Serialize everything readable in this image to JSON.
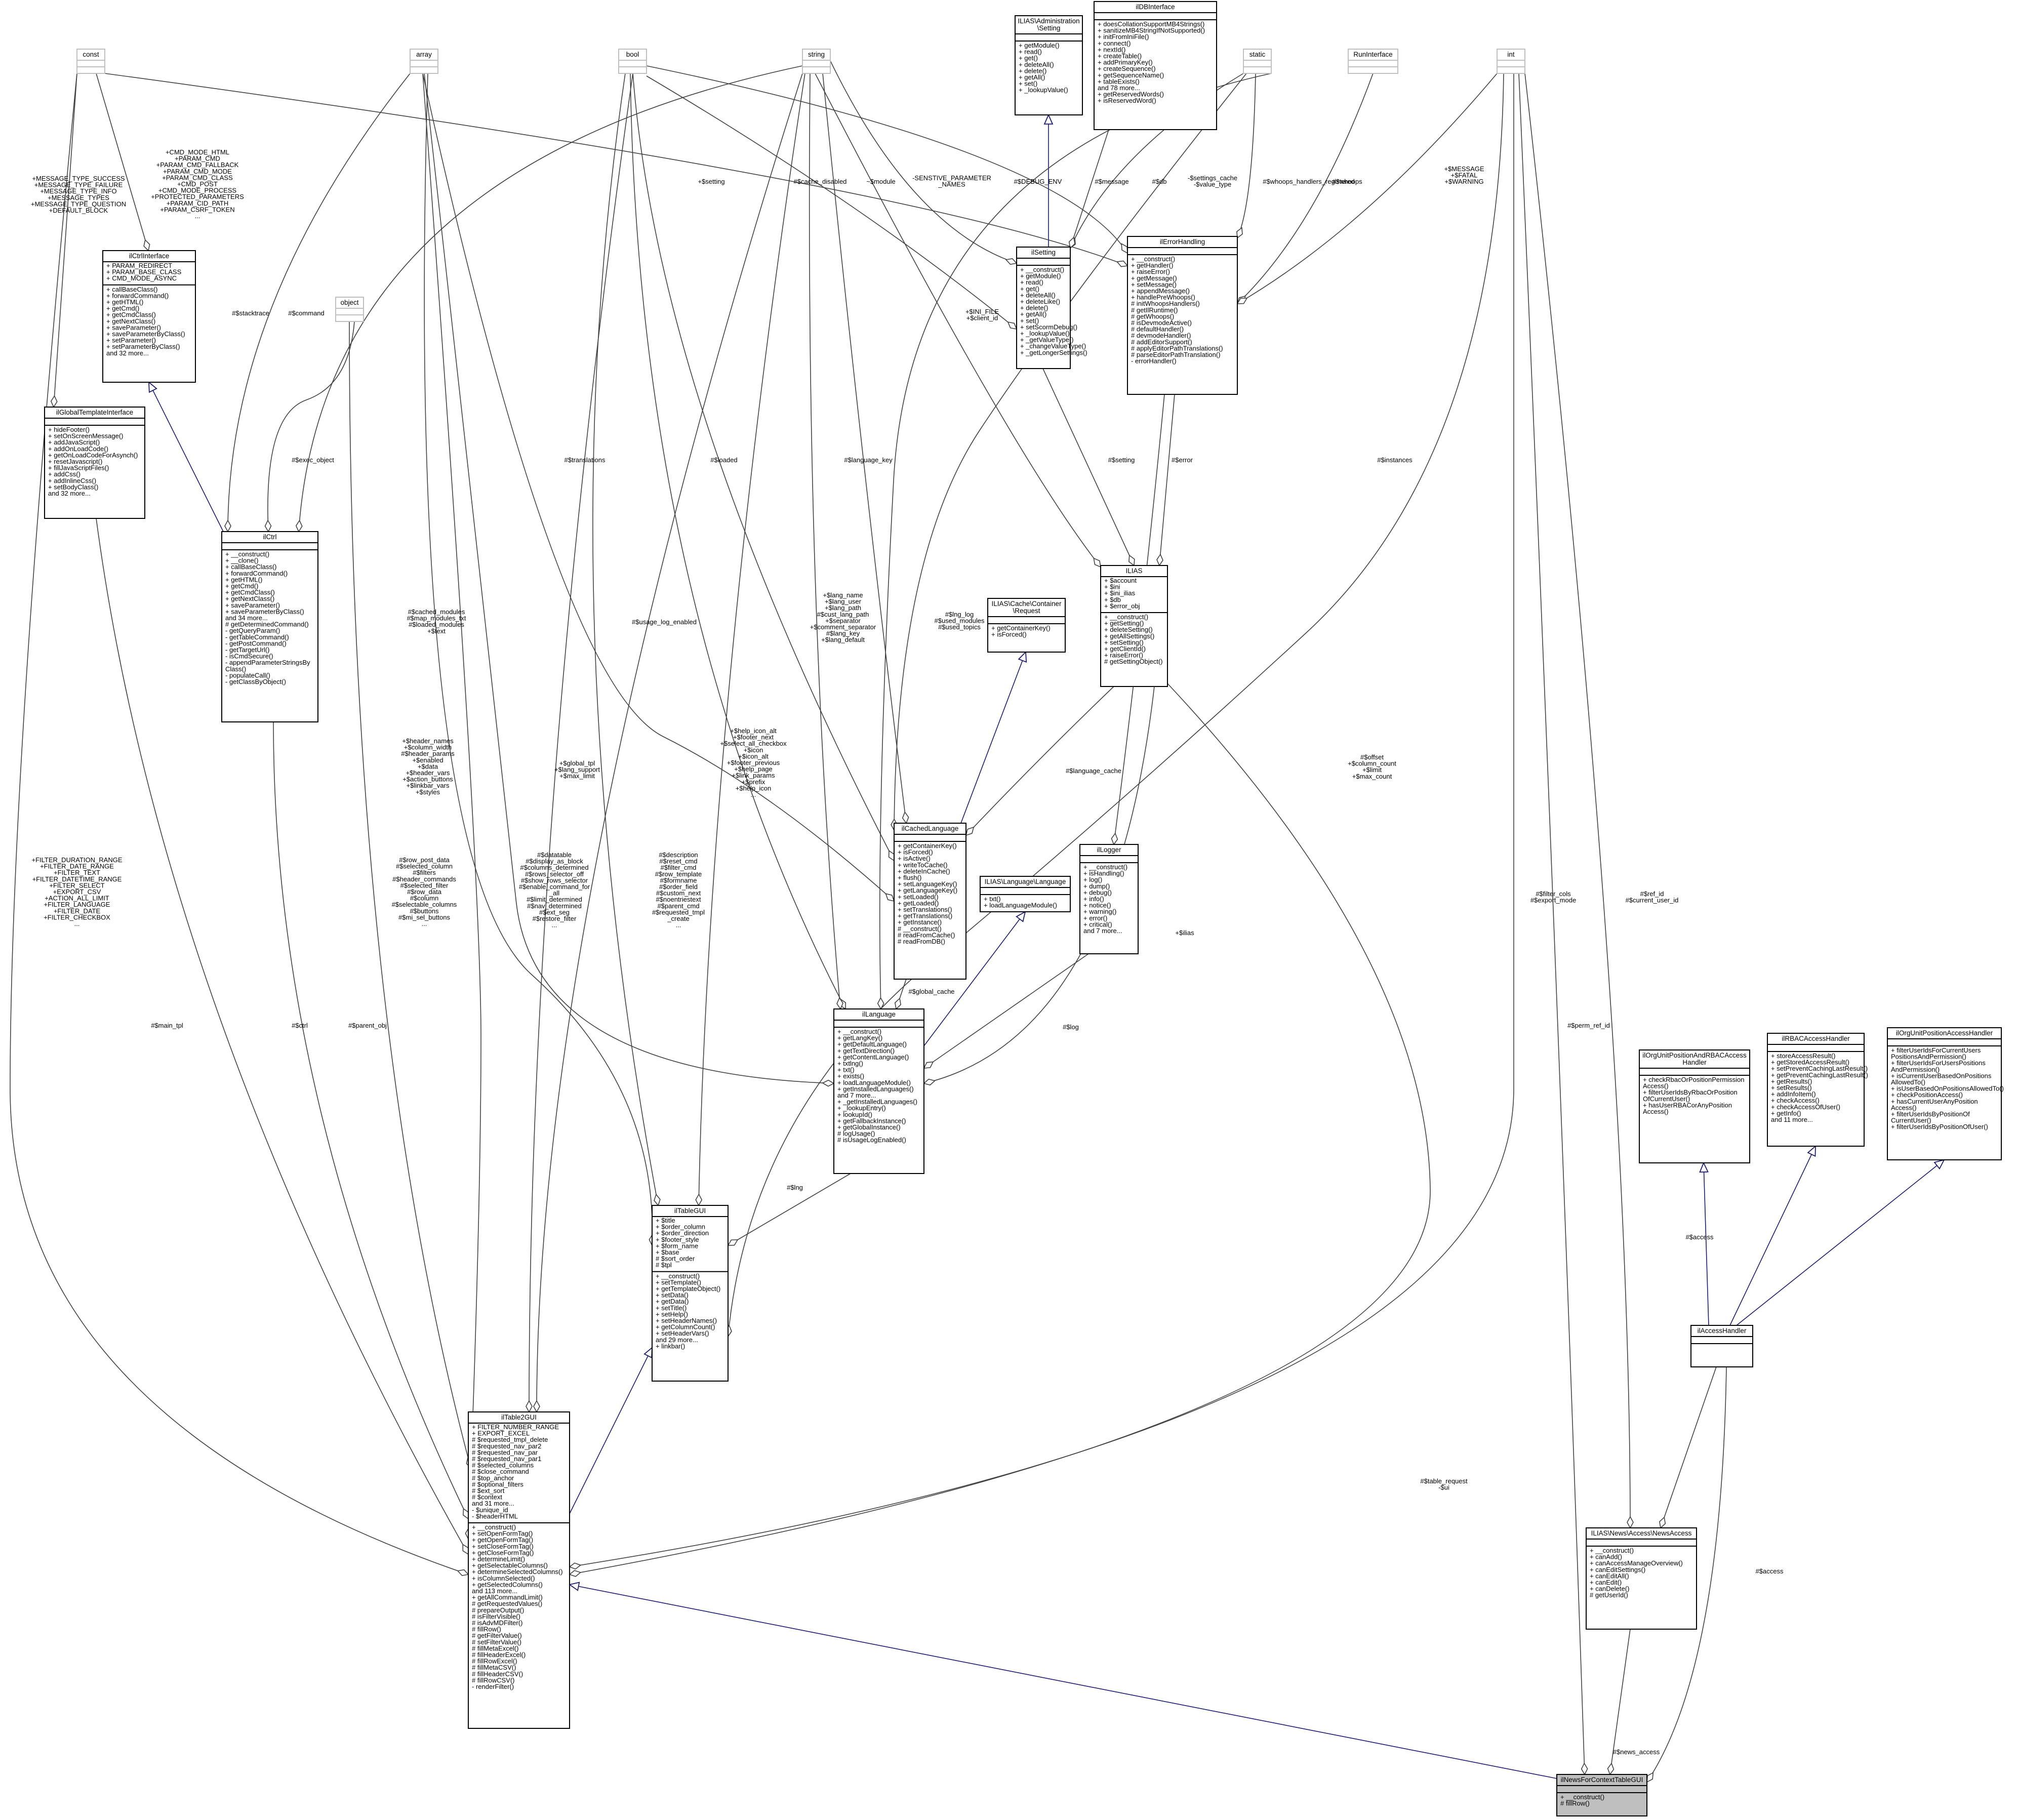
{
  "classes": [
    {
      "id": "const",
      "name": [
        "const"
      ],
      "attrs": [],
      "methods": [],
      "ghost": true
    },
    {
      "id": "array",
      "name": [
        "array"
      ],
      "attrs": [],
      "methods": [],
      "ghost": true
    },
    {
      "id": "bool",
      "name": [
        "bool"
      ],
      "attrs": [],
      "methods": [],
      "ghost": true
    },
    {
      "id": "string",
      "name": [
        "string"
      ],
      "attrs": [],
      "methods": [],
      "ghost": true
    },
    {
      "id": "static",
      "name": [
        "static"
      ],
      "attrs": [],
      "methods": [],
      "ghost": true
    },
    {
      "id": "runinterface",
      "name": [
        "RunInterface"
      ],
      "attrs": [],
      "methods": [],
      "ghost": true
    },
    {
      "id": "int",
      "name": [
        "int"
      ],
      "attrs": [],
      "methods": [],
      "ghost": true
    },
    {
      "id": "object",
      "name": [
        "object"
      ],
      "attrs": [],
      "methods": [],
      "ghost": true
    },
    {
      "id": "adminsetting",
      "name": [
        "ILIAS\\Administration",
        "\\Setting"
      ],
      "attrs": [],
      "methods": [
        "+ getModule()",
        "+ read()",
        "+ get()",
        "+ deleteAll()",
        "+ delete()",
        "+ getAll()",
        "+ set()",
        "+ _lookupValue()"
      ]
    },
    {
      "id": "ildbinterface",
      "name": [
        "ilDBInterface"
      ],
      "attrs": [],
      "methods": [
        "+ doesCollationSupportMB4Strings()",
        "+ sanitizeMB4StringIfNotSupported()",
        "+ initFromIniFile()",
        "+ connect()",
        "+ nextId()",
        "+ createTable()",
        "+ addPrimaryKey()",
        "+ createSequence()",
        "+ getSequenceName()",
        "+ tableExists()",
        "and 78 more...",
        "+ getReservedWords()",
        "+ isReservedWord()"
      ]
    },
    {
      "id": "ilctrlinterface",
      "name": [
        "ilCtrlInterface"
      ],
      "attrs": [
        "+ PARAM_REDIRECT",
        "+ PARAM_BASE_CLASS",
        "+ CMD_MODE_ASYNC"
      ],
      "methods": [
        "+ callBaseClass()",
        "+ forwardCommand()",
        "+ getHTML()",
        "+ getCmd()",
        "+ getCmdClass()",
        "+ getNextClass()",
        "+ saveParameter()",
        "+ saveParameterByClass()",
        "+ setParameter()",
        "+ setParameterByClass()",
        "and 32 more..."
      ]
    },
    {
      "id": "ilglobaltemplateinterface",
      "name": [
        "ilGlobalTemplateInterface"
      ],
      "attrs": [],
      "methods": [
        "+ hideFooter()",
        "+ setOnScreenMessage()",
        "+ addJavaScript()",
        "+ addOnLoadCode()",
        "+ getOnLoadCodeForAsynch()",
        "+ resetJavascript()",
        "+ fillJavaScriptFiles()",
        "+ addCss()",
        "+ addInlineCss()",
        "+ setBodyClass()",
        "and 32 more..."
      ]
    },
    {
      "id": "ilctrl",
      "name": [
        "ilCtrl"
      ],
      "attrs": [],
      "methods": [
        "+ __construct()",
        "+ __clone()",
        "+ callBaseClass()",
        "+ forwardCommand()",
        "+ getHTML()",
        "+ getCmd()",
        "+ getCmdClass()",
        "+ getNextClass()",
        "+ saveParameter()",
        "+ saveParameterByClass()",
        "and 34 more...",
        "# getDeterminedCommand()",
        "- getQueryParam()",
        "- getTableCommand()",
        "- getPostCommand()",
        "- getTargetUrl()",
        "- isCmdSecure()",
        "- appendParameterStringsBy",
        "Class()",
        "- populateCall()",
        "- getClassByObject()"
      ]
    },
    {
      "id": "ilsetting",
      "name": [
        "ilSetting"
      ],
      "attrs": [],
      "methods": [
        "+ __construct()",
        "+ getModule()",
        "+ read()",
        "+ get()",
        "+ deleteAll()",
        "+ deleteLike()",
        "+ delete()",
        "+ getAll()",
        "+ set()",
        "+ setScormDebug()",
        "+ _lookupValue()",
        "+ _getValueType()",
        "+ _changeValueType()",
        "+ _getLongerSettings()"
      ]
    },
    {
      "id": "ilerrorhandling",
      "name": [
        "ilErrorHandling"
      ],
      "attrs": [],
      "methods": [
        "+ __construct()",
        "+ getHandler()",
        "+ raiseError()",
        "+ getMessage()",
        "+ setMessage()",
        "+ appendMessage()",
        "+ handlePreWhoops()",
        "# initWhoopsHandlers()",
        "# getIlRuntime()",
        "# getWhoops()",
        "# isDevmodeActive()",
        "# defaultHandler()",
        "# devmodeHandler()",
        "# addEditorSupport()",
        "# applyEditorPathTranslations()",
        "# parseEditorPathTranslation()",
        "- errorHandler()"
      ]
    },
    {
      "id": "ilias",
      "name": [
        "ILIAS"
      ],
      "attrs": [
        "+ $account",
        "+ $ini",
        "+ $ini_ilias",
        "+ $db",
        "+ $error_obj"
      ],
      "methods": [
        "+ __construct()",
        "+ getSetting()",
        "+ deleteSetting()",
        "+ getAllSettings()",
        "+ setSetting()",
        "+ getClientId()",
        "+ raiseError()",
        "# getSettingObject()"
      ]
    },
    {
      "id": "cacherequest",
      "name": [
        "ILIAS\\Cache\\Container",
        "\\Request"
      ],
      "attrs": [],
      "methods": [
        "+ getContainerKey()",
        "+ isForced()"
      ]
    },
    {
      "id": "ilcachedlanguage",
      "name": [
        "ilCachedLanguage"
      ],
      "attrs": [],
      "methods": [
        "+ getContainerKey()",
        "+ isForced()",
        "+ isActive()",
        "+ writeToCache()",
        "+ deleteInCache()",
        "+ flush()",
        "+ setLanguageKey()",
        "+ getLanguageKey()",
        "+ setLoaded()",
        "+ getLoaded()",
        "+ setTranslations()",
        "+ getTranslations()",
        "+ getInstance()",
        "# __construct()",
        "# readFromCache()",
        "# readFromDB()"
      ]
    },
    {
      "id": "languageif",
      "name": [
        "ILIAS\\Language\\Language"
      ],
      "attrs": [],
      "methods": [
        "+ txt()",
        "+ loadLanguageModule()"
      ]
    },
    {
      "id": "illogger",
      "name": [
        "ilLogger"
      ],
      "attrs": [],
      "methods": [
        "+ __construct()",
        "+ isHandling()",
        "+ log()",
        "+ dump()",
        "+ debug()",
        "+ info()",
        "+ notice()",
        "+ warning()",
        "+ error()",
        "+ critical()",
        "and 7 more..."
      ]
    },
    {
      "id": "illanguage",
      "name": [
        "ilLanguage"
      ],
      "attrs": [],
      "methods": [
        "+ __construct()",
        "+ getLangKey()",
        "+ getDefaultLanguage()",
        "+ getTextDirection()",
        "+ getContentLanguage()",
        "+ txtlng()",
        "+ txt()",
        "+ exists()",
        "+ loadLanguageModule()",
        "+ getInstalledLanguages()",
        "and 7 more...",
        "+ _getInstalledLanguages()",
        "+ _lookupEntry()",
        "+ lookupId()",
        "+ getFallbackInstance()",
        "+ getGlobalInstance()",
        "# logUsage()",
        "# isUsageLogEnabled()"
      ]
    },
    {
      "id": "iltablegui",
      "name": [
        "ilTableGUI"
      ],
      "attrs": [
        "+ $title",
        "+ $order_column",
        "+ $order_direction",
        "+ $footer_style",
        "+ $form_name",
        "+ $base",
        "# $sort_order",
        "# $tpl"
      ],
      "methods": [
        "+ __construct()",
        "+ setTemplate()",
        "+ getTemplateObject()",
        "+ setData()",
        "+ getData()",
        "+ setTitle()",
        "+ setHelp()",
        "+ setHeaderNames()",
        "+ getColumnCount()",
        "+ setHeaderVars()",
        "and 29 more...",
        "+ linkbar()"
      ]
    },
    {
      "id": "iltable2gui",
      "name": [
        "ilTable2GUI"
      ],
      "attrs": [
        "+ FILTER_NUMBER_RANGE",
        "+ EXPORT_EXCEL",
        "# $requested_tmpl_delete",
        "# $requested_nav_par2",
        "# $requested_nav_par",
        "# $requested_nav_par1",
        "# $selected_columns",
        "# $close_command",
        "# $top_anchor",
        "# $optional_filters",
        "# $ext_sort",
        "# $context",
        "and 31 more...",
        "- $unique_id",
        "- $headerHTML"
      ],
      "methods": [
        "+ __construct()",
        "+ setOpenFormTag()",
        "+ getOpenFormTag()",
        "+ setCloseFormTag()",
        "+ getCloseFormTag()",
        "+ determineLimit()",
        "+ getSelectableColumns()",
        "+ determineSelectedColumns()",
        "+ isColumnSelected()",
        "+ getSelectedColumns()",
        "and 113 more...",
        "+ getAllCommandLimit()",
        "# getRequestedValues()",
        "# prepareOutput()",
        "# isFilterVisible()",
        "# isAdvMDFilter()",
        "# fillRow()",
        "# getFilterValue()",
        "# setFilterValue()",
        "# fillMetaExcel()",
        "# fillHeaderExcel()",
        "# fillRowExcel()",
        "# fillMetaCSV()",
        "# fillHeaderCSV()",
        "# fillRowCSV()",
        "- renderFilter()"
      ]
    },
    {
      "id": "ilorgunitrbac",
      "name": [
        "ilOrgUnitPositionAndRBACAccess",
        "Handler"
      ],
      "attrs": [],
      "methods": [
        "+ checkRbacOrPositionPermission",
        "Access()",
        "+ filterUserIdsByRbacOrPosition",
        "OfCurrentUser()",
        "+ hasUserRBACorAnyPosition",
        "Access()"
      ]
    },
    {
      "id": "ilrbacaccess",
      "name": [
        "ilRBACAccessHandler"
      ],
      "attrs": [],
      "methods": [
        "+ storeAccessResult()",
        "+ getStoredAccessResult()",
        "+ setPreventCachingLastResult()",
        "+ getPreventCachingLastResult()",
        "+ getResults()",
        "+ setResults()",
        "+ addInfoItem()",
        "+ checkAccess()",
        "+ checkAccessOfUser()",
        "+ getInfo()",
        "and 11 more..."
      ]
    },
    {
      "id": "ilorgunitposaccess",
      "name": [
        "ilOrgUnitPositionAccessHandler"
      ],
      "attrs": [],
      "methods": [
        "+ filterUserIdsForCurrentUsers",
        "PositionsAndPermission()",
        "+ filterUserIdsForUsersPositions",
        "AndPermission()",
        "+ isCurrentUserBasedOnPositions",
        "AllowedTo()",
        "+ isUserBasedOnPositionsAllowedTo()",
        "+ checkPositionAccess()",
        "+ hasCurrentUserAnyPosition",
        "Access()",
        "+ filterUserIdsByPositionOf",
        "CurrentUser()",
        "+ filterUserIdsByPositionOfUser()"
      ]
    },
    {
      "id": "ilaccesshandler",
      "name": [
        "ilAccessHandler"
      ],
      "attrs": [],
      "methods": []
    },
    {
      "id": "newsaccess",
      "name": [
        "ILIAS\\News\\Access\\NewsAccess"
      ],
      "attrs": [],
      "methods": [
        "+ __construct()",
        "+ canAdd()",
        "+ canAccessManageOverview()",
        "+ canEditSettings()",
        "+ canEditAll()",
        "+ canEdit()",
        "+ canDelete()",
        "# getUserId()"
      ]
    },
    {
      "id": "ilnewsforcontexttablegui",
      "name": [
        "ilNewsForContextTableGUI"
      ],
      "attrs": [],
      "methods": [
        "+ __construct()",
        "# fillRow()"
      ],
      "highlight": true
    }
  ],
  "edge_labels": [
    {
      "lines": [
        "+MESSAGE_TYPE_SUCCESS",
        "+MESSAGE_TYPE_FAILURE",
        "+MESSAGE_TYPE_INFO",
        "+MESSAGE_TYPES",
        "+MESSAGE_TYPE_QUESTION",
        "+DEFAULT_BLOCK"
      ]
    },
    {
      "lines": [
        "+CMD_MODE_HTML",
        "+PARAM_CMD",
        "+PARAM_CMD_FALLBACK",
        "+PARAM_CMD_MODE",
        "+PARAM_CMD_CLASS",
        "+CMD_POST",
        "+CMD_MODE_PROCESS",
        "+PROTECTED_PARAMETERS",
        "+PARAM_CID_PATH",
        "+PARAM_CSRF_TOKEN",
        "..."
      ]
    },
    {
      "lines": [
        "#$stacktrace"
      ]
    },
    {
      "lines": [
        "#$command"
      ]
    },
    {
      "lines": [
        "#$exec_object"
      ]
    },
    {
      "lines": [
        "+$setting"
      ]
    },
    {
      "lines": [
        "#$cache_disabled"
      ]
    },
    {
      "lines": [
        "~$module"
      ]
    },
    {
      "lines": [
        "-SENSTIVE_PARAMETER",
        "_NAMES"
      ]
    },
    {
      "lines": [
        "#$DEBUG_ENV"
      ]
    },
    {
      "lines": [
        "#$message"
      ]
    },
    {
      "lines": [
        "#$db"
      ]
    },
    {
      "lines": [
        "-$settings_cache",
        "-$value_type"
      ]
    },
    {
      "lines": [
        "#$whoops_handlers_registered"
      ]
    },
    {
      "lines": [
        "#$whoops"
      ]
    },
    {
      "lines": [
        "+$MESSAGE",
        "+$FATAL",
        "+$WARNING"
      ]
    },
    {
      "lines": [
        "+$INI_FILE",
        "+$client_id"
      ]
    },
    {
      "lines": [
        "#$translations"
      ]
    },
    {
      "lines": [
        "#$loaded"
      ]
    },
    {
      "lines": [
        "#$language_key"
      ]
    },
    {
      "lines": [
        "#$setting"
      ]
    },
    {
      "lines": [
        "#$error"
      ]
    },
    {
      "lines": [
        "#$instances"
      ]
    },
    {
      "lines": [
        "#$cached_modules",
        "#$map_modules_txt",
        "#$loaded_modules",
        "+$text"
      ]
    },
    {
      "lines": [
        "#$usage_log_enabled"
      ]
    },
    {
      "lines": [
        "+$lang_name",
        "+$lang_user",
        "+$lang_path",
        "#$cust_lang_path",
        "+$separator",
        "+$comment_separator",
        "#$lang_key",
        "+$lang_default"
      ]
    },
    {
      "lines": [
        "#$lng_log",
        "#$used_modules",
        "#$used_topics"
      ]
    },
    {
      "lines": [
        "#$language_cache"
      ]
    },
    {
      "lines": [
        "+$header_names",
        "+$column_width",
        "#$header_params",
        "+$enabled",
        "+$data",
        "+$header_vars",
        "+$action_buttons",
        "+$linkbar_vars",
        "+$styles"
      ]
    },
    {
      "lines": [
        "+$global_tpl",
        "+$lang_support",
        "+$max_limit"
      ]
    },
    {
      "lines": [
        "+$help_icon_alt",
        "+$footer_next",
        "+$select_all_checkbox",
        "+$icon",
        "+$icon_alt",
        "+$footer_previous",
        "+$help_page",
        "+$link_params",
        "+$prefix",
        "+$help_icon",
        "..."
      ]
    },
    {
      "lines": [
        "#$offset",
        "+$column_count",
        "+$limit",
        "+$max_count"
      ]
    },
    {
      "lines": [
        "#$row_post_data",
        "#$selected_column",
        "#$filters",
        "#$header_commands",
        "#$selected_filter",
        "#$row_data",
        "#$column",
        "#$selectable_columns",
        "#$buttons",
        "#$mi_sel_buttons",
        "..."
      ]
    },
    {
      "lines": [
        "#$datatable",
        "#$display_as_block",
        "#$columns_determined",
        "#$rows_selector_off",
        "#$show_rows_selector",
        "#$enable_command_for",
        "_all",
        "#$limit_determined",
        "#$nav_determined",
        "#$ext_seg",
        "#$restore_filter",
        "..."
      ]
    },
    {
      "lines": [
        "#$description",
        "#$reset_cmd",
        "#$filter_cmd",
        "#$row_template",
        "#$formname",
        "#$order_field",
        "#$custom_next",
        "#$noentriestext",
        "#$parent_cmd",
        "#$requested_tmpl",
        "_create",
        "..."
      ]
    },
    {
      "lines": [
        "#$global_cache"
      ]
    },
    {
      "lines": [
        "#$log"
      ]
    },
    {
      "lines": [
        "+$ilias"
      ]
    },
    {
      "lines": [
        "#$lng"
      ]
    },
    {
      "lines": [
        "+FILTER_DURATION_RANGE",
        "+FILTER_DATE_RANGE",
        "+FILTER_TEXT",
        "+FILTER_DATETIME_RANGE",
        "+FILTER_SELECT",
        "+EXPORT_CSV",
        "+ACTION_ALL_LIMIT",
        "+FILTER_LANGUAGE",
        "+FILTER_DATE",
        "+FILTER_CHECKBOX",
        "..."
      ]
    },
    {
      "lines": [
        "#$main_tpl"
      ]
    },
    {
      "lines": [
        "#$ctrl"
      ]
    },
    {
      "lines": [
        "#$parent_obj"
      ]
    },
    {
      "lines": [
        "#$table_request",
        "-$ui"
      ]
    },
    {
      "lines": [
        "#$filter_cols",
        "#$export_mode"
      ]
    },
    {
      "lines": [
        "#$perm_ref_id"
      ]
    },
    {
      "lines": [
        "#$ref_id",
        "#$current_user_id"
      ]
    },
    {
      "lines": [
        "#$access"
      ]
    },
    {
      "lines": [
        "#$access"
      ]
    },
    {
      "lines": [
        "#$news_access"
      ]
    }
  ]
}
